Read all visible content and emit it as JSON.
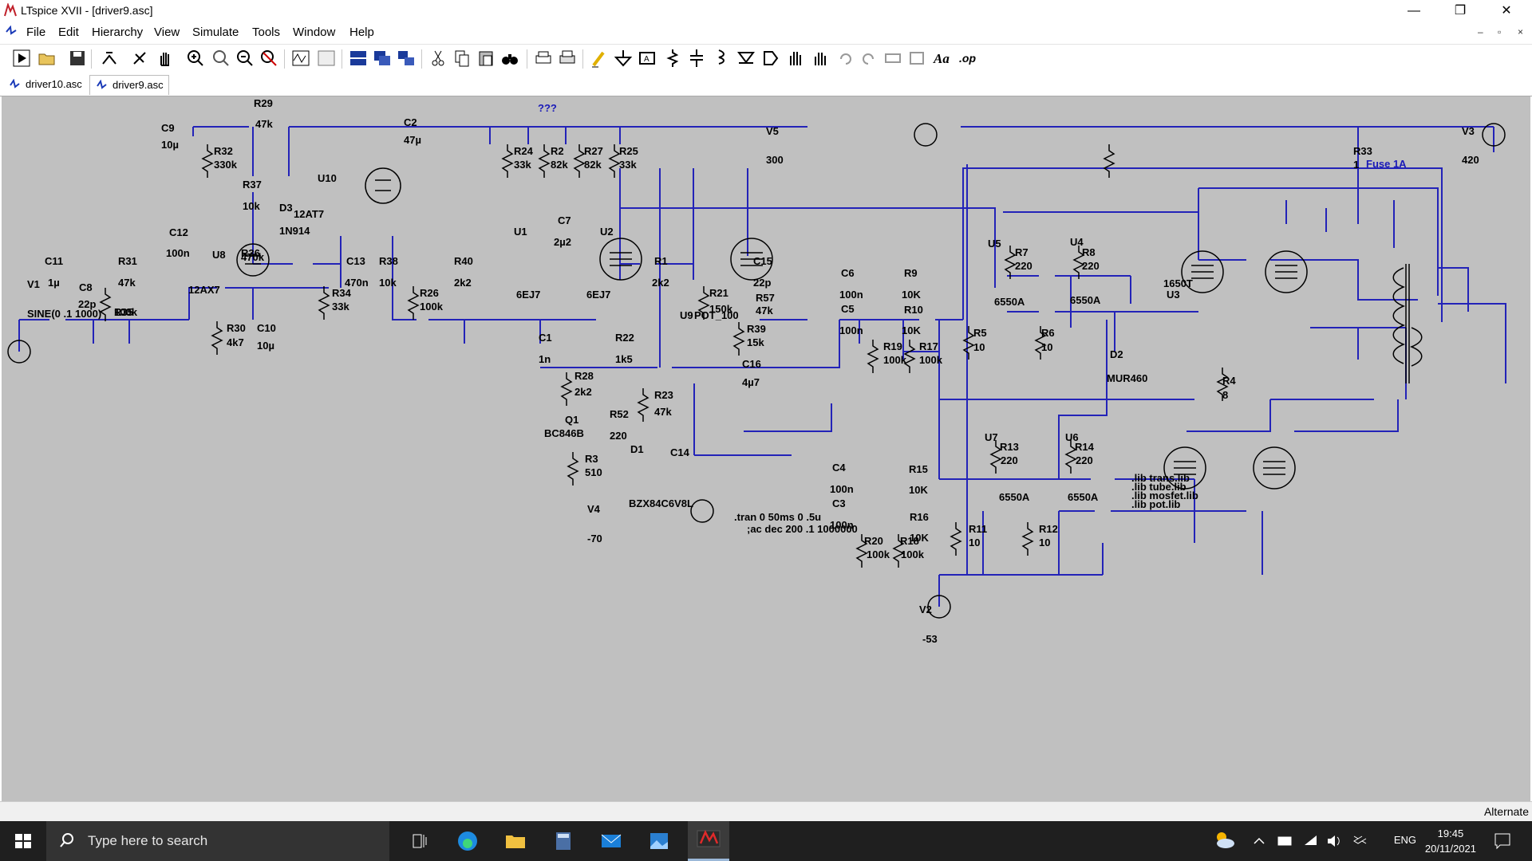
{
  "window": {
    "title": "LTspice XVII - [driver9.asc]",
    "controls": {
      "minimize": "—",
      "restore": "❐",
      "close": "✕"
    },
    "mdi_controls": {
      "minimize": "–",
      "restore": "▫",
      "close": "×"
    }
  },
  "menu": [
    "File",
    "Edit",
    "Hierarchy",
    "View",
    "Simulate",
    "Tools",
    "Window",
    "Help"
  ],
  "toolbar": [
    "run-icon",
    "open-icon",
    "save-icon",
    "control-panel-icon",
    "halt-icon",
    "pan-icon",
    "zoom-in-icon",
    "zoom-out-icon",
    "zoom-back-icon",
    "zoom-fit-icon",
    "waveform-icon",
    "autorange-icon",
    "tile-horizontal-icon",
    "tile-vertical-icon",
    "cascade-icon",
    "cut-icon",
    "copy-icon",
    "paste-icon",
    "find-icon",
    "print-icon",
    "print-setup-icon",
    "draw-wire-icon",
    "ground-icon",
    "label-net-icon",
    "resistor-icon",
    "capacitor-icon",
    "inductor-icon",
    "diode-icon",
    "component-icon",
    "move-icon",
    "drag-icon",
    "undo-icon",
    "redo-icon",
    "rotate-icon",
    "mirror-icon",
    "text-icon",
    "spice-directive-icon"
  ],
  "tabs": [
    {
      "label": "driver10.asc",
      "active": false
    },
    {
      "label": "driver9.asc",
      "active": true
    }
  ],
  "schematic": {
    "wire_color": "#2323b8",
    "component_color": "#000000",
    "background": "#c0c0c0",
    "labels": [
      "R29",
      "47k",
      "C9",
      "10µ",
      "R32",
      "330k",
      "C2",
      "47µ",
      "???",
      "R24",
      "33k",
      "R2",
      "82k",
      "R27",
      "82k",
      "R25",
      "33k",
      "V5",
      "300",
      "V3",
      "420",
      "R33",
      "1",
      "Fuse 1A",
      "R37",
      "10k",
      "D3",
      "1N914",
      "U10",
      "12AT7",
      "R36",
      "470k",
      "C12",
      "100n",
      "U8",
      "12AX7",
      "C11",
      "1µ",
      "V1",
      "SINE(0 .1 1000)",
      "C8",
      "22p",
      "R31",
      "47k",
      "R35",
      "100k",
      "R30",
      "4k7",
      "C10",
      "10µ",
      "C13",
      "470n",
      "R38",
      "10k",
      "R34",
      "33k",
      "R26",
      "100k",
      "R40",
      "2k2",
      "U1",
      "6EJ7",
      "U2",
      "6EJ7",
      "C7",
      "2µ2",
      "R1",
      "2k2",
      "U9",
      "POT_100",
      "C1",
      "1n",
      "R22",
      "1k5",
      "R28",
      "2k2",
      "Q1",
      "BC846B",
      "R52",
      "220",
      "R3",
      "510",
      "R23",
      "47k",
      "D1",
      "C14",
      "BZX84C6V8L",
      "V4",
      "-70",
      "R21",
      "150k",
      "C15",
      "22p",
      "R57",
      "47k",
      "R39",
      "15k",
      "C16",
      "4µ7",
      "C6",
      "100n",
      "C5",
      "100n",
      "R9",
      "10K",
      "R10",
      "10K",
      "R19",
      "100k",
      "R17",
      "100k",
      "U5",
      "6550A",
      "U4",
      "6550A",
      "R7",
      "220",
      "R8",
      "220",
      "R5",
      "10",
      "R6",
      "10",
      "1650T",
      "U3",
      "D2",
      "MUR460",
      "R4",
      "8",
      "U7",
      "6550A",
      "U6",
      "6550A",
      "R13",
      "220",
      "R14",
      "220",
      "R11",
      "10",
      "R12",
      "10",
      "C4",
      "100n",
      "C3",
      "100n",
      "R15",
      "10K",
      "R16",
      "10K",
      "R20",
      "100k",
      "R18",
      "100k",
      "V2",
      "-53"
    ],
    "directives": [
      ".tran 0 50ms 0 .5u",
      ";ac dec 200 .1 1000000",
      ".lib trans.lib",
      ".lib tube.lib",
      ".lib mosfet.lib",
      ".lib pot.lib"
    ]
  },
  "status": {
    "text": "Alternate"
  },
  "taskbar": {
    "search_placeholder": "Type here to search",
    "apps": [
      "task-view-icon",
      "edge-icon",
      "file-explorer-icon",
      "calculator-icon",
      "mail-icon",
      "photos-icon",
      "ltspice-icon"
    ],
    "lang": "ENG",
    "time": "19:45",
    "date": "20/11/2021"
  }
}
